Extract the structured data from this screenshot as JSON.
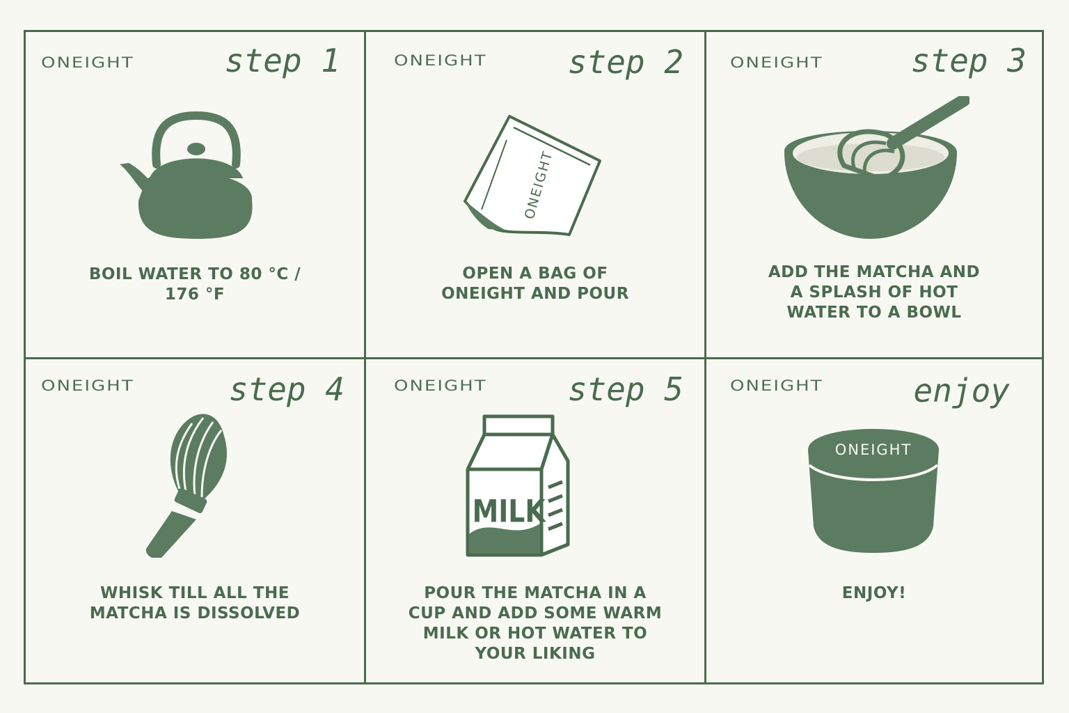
{
  "brand": "ONEIGHT",
  "colors": {
    "green": "#5b7c60",
    "dark_green": "#4a6b4f",
    "background": "#f8f8f3"
  },
  "steps": [
    {
      "label": "step 1",
      "icon": "teapot-icon",
      "caption": [
        "BOIL WATER TO 80 °C /",
        "176 °F"
      ]
    },
    {
      "label": "step 2",
      "icon": "matcha-bag-icon",
      "bag_text": "ONEIGHT",
      "caption": [
        "OPEN A BAG OF",
        "ONEIGHT AND POUR"
      ]
    },
    {
      "label": "step 3",
      "icon": "bowl-whisk-icon",
      "caption": [
        "ADD THE MATCHA AND",
        "A SPLASH OF HOT",
        "WATER TO A BOWL"
      ]
    },
    {
      "label": "step 4",
      "icon": "matcha-whisk-icon",
      "caption": [
        "WHISK TILL ALL THE",
        "MATCHA IS DISSOLVED"
      ]
    },
    {
      "label": "step 5",
      "icon": "milk-carton-icon",
      "carton_text": "MILK",
      "caption": [
        "POUR THE MATCHA IN A",
        "CUP AND ADD SOME WARM",
        "MILK OR HOT WATER TO",
        "YOUR LIKING"
      ]
    },
    {
      "label": "enjoy",
      "icon": "cup-icon",
      "cup_text": "ONEIGHT",
      "caption": [
        "ENJOY!"
      ]
    }
  ]
}
